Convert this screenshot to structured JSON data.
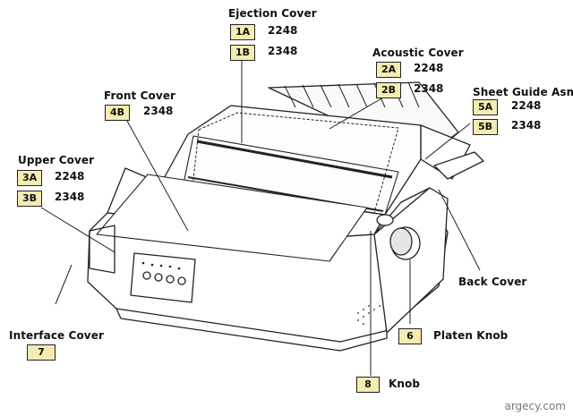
{
  "labels": {
    "ejection_cover": "Ejection Cover",
    "acoustic_cover": "Acoustic Cover",
    "front_cover": "Front Cover",
    "sheet_guide_asm": "Sheet Guide Asm",
    "upper_cover": "Upper Cover",
    "back_cover": "Back Cover",
    "interface_cover": "Interface Cover",
    "platen_knob": "Platen Knob",
    "knob": "Knob"
  },
  "codes": {
    "1A": "1A",
    "1B": "1B",
    "2A": "2A",
    "2B": "2B",
    "4B": "4B",
    "5A": "5A",
    "5B": "5B",
    "3A": "3A",
    "3B": "3B",
    "6": "6",
    "7": "7",
    "8": "8"
  },
  "numbers": {
    "n2248": "2248",
    "n2348": "2348"
  },
  "watermark": "argecy.com"
}
